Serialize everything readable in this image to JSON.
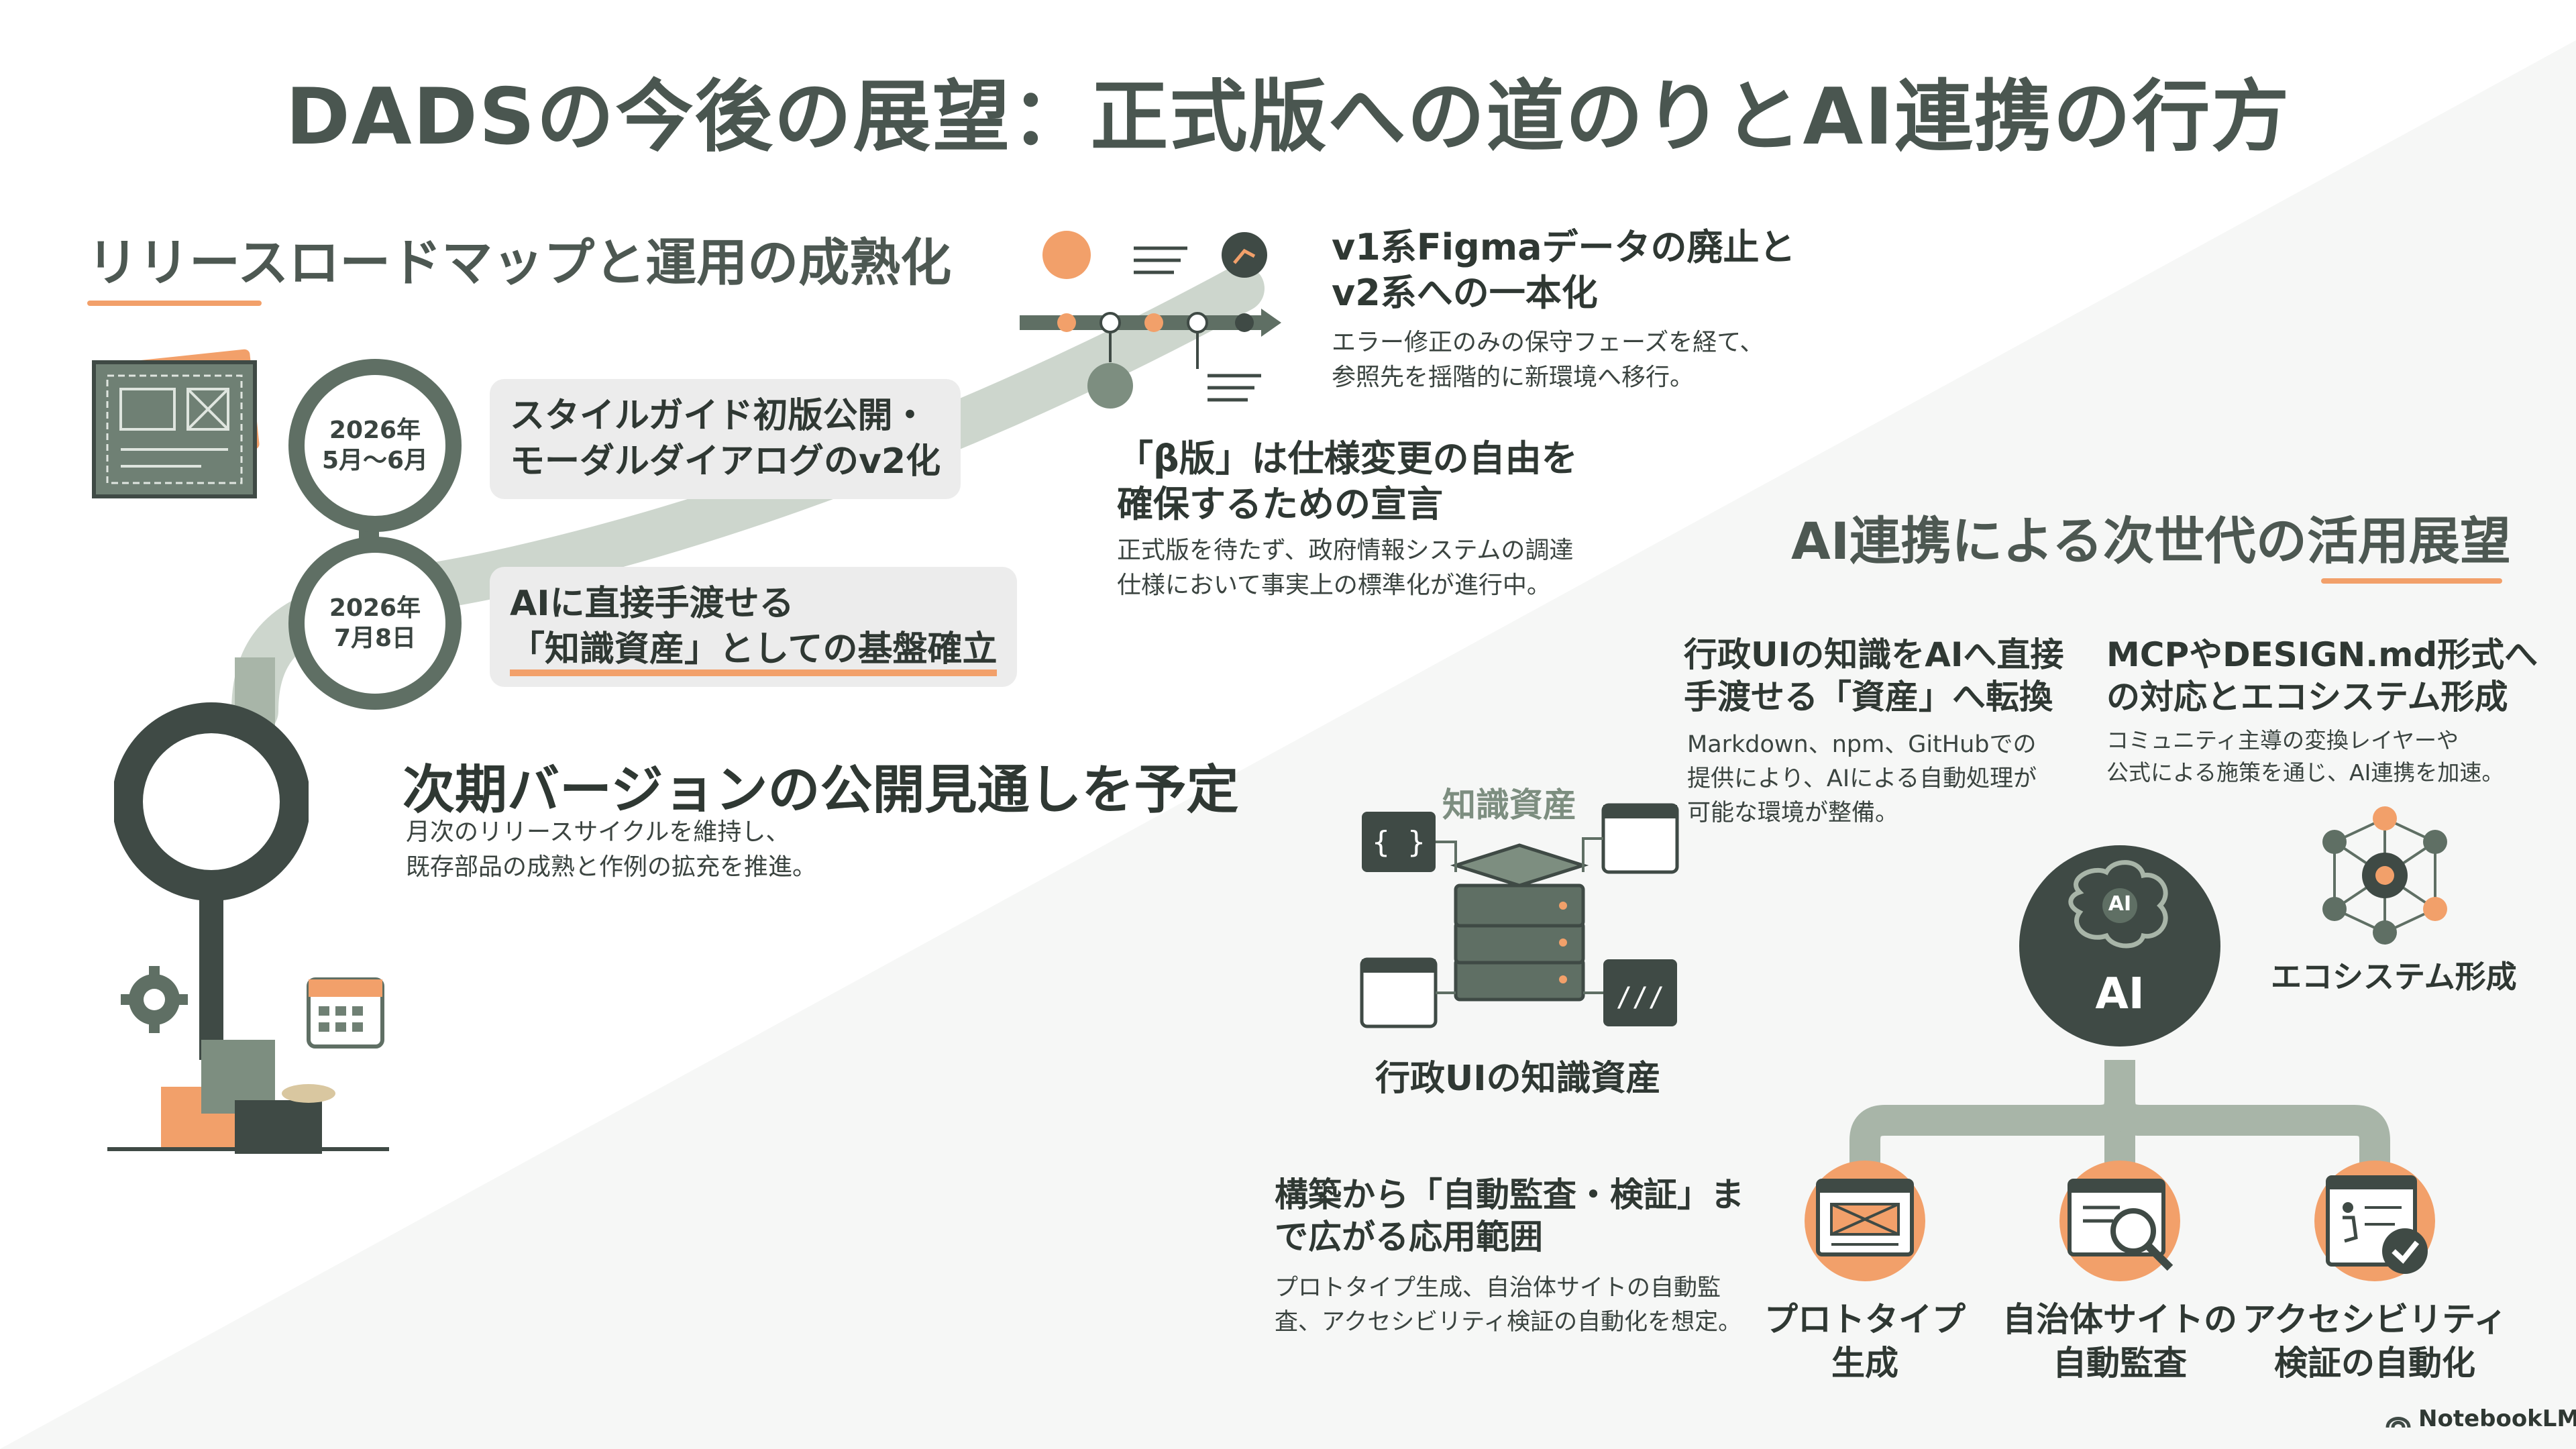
{
  "title": "DADSの今後の展望：正式版への道のりとAI連携の行方",
  "roadmap": {
    "section_title": "リリースロードマップと運用の成熟化",
    "milestone1": {
      "date": "2026年\n5月〜6月",
      "callout_line1": "スタイルガイド初版公開・",
      "callout_line2": "モーダルダイアログのv2化"
    },
    "milestone2": {
      "date": "2026年\n7月8日",
      "callout_line1": "AIに直接手渡せる",
      "callout_line2": "「知識資産」としての基盤確立"
    },
    "next_version": {
      "heading": "次期バージョンの公開見通しを予定",
      "body_line1": "月次のリリースサイクルを維持し、",
      "body_line2": "既存部品の成熟と作例の拡充を推進。"
    },
    "v1_v2": {
      "heading_line1": "v1系Figmaデータの廃止と",
      "heading_line2": "v2系への一本化",
      "body_line1": "エラー修正のみの保守フェーズを経て、",
      "body_line2": "参照先を揺階的に新環境へ移行。"
    },
    "beta": {
      "heading_line1": "「β版」は仕様変更の自由を",
      "heading_line2": "確保するための宣言",
      "body_line1": "正式版を待たず、政府情報システムの調達",
      "body_line2": "仕様において事実上の標準化が進行中。"
    }
  },
  "ai": {
    "section_title": "AI連携による次世代の活用展望",
    "knowledge": {
      "heading_line1": "行政UIの知識をAIへ直接",
      "heading_line2": "手渡せる「資産」へ転換",
      "body_line1": "Markdown、npm、GitHubでの",
      "body_line2": "提供により、AIによる自動処理が",
      "body_line3": "可能な環境が整備。"
    },
    "mcp": {
      "heading_line1": "MCPやDESIGN.md形式へ",
      "heading_line2": "の対応とエコシステム形成",
      "body_line1": "コミュニティ主導の変換レイヤーや",
      "body_line2": "公式による施策を通じ、AI連携を加速。"
    },
    "knowledge_icon_label": "知識資産",
    "knowledge_caption": "行政UIの知識資産",
    "ai_hub_label": "AI",
    "ai_brain_label": "AI",
    "ecosystem_label": "エコシステム形成",
    "application": {
      "heading_line1": "構築から「自動監査・検証」ま",
      "heading_line2": "で広がる応用範囲",
      "body_line1": "プロトタイプ生成、自治体サイトの自動監",
      "body_line2": "査、アクセシビリティ検証の自動化を想定。"
    },
    "uses": [
      {
        "label": "プロトタイプ\n生成"
      },
      {
        "label": "自治体サイトの\n自動監査"
      },
      {
        "label": "アクセシビリティ\n検証の自動化"
      }
    ]
  },
  "footer": {
    "brand": "NotebookLM"
  },
  "colors": {
    "accent": "#f2a06a",
    "primary": "#5f6f64",
    "sage": "#a8b5a8",
    "dark": "#3f4a45"
  }
}
